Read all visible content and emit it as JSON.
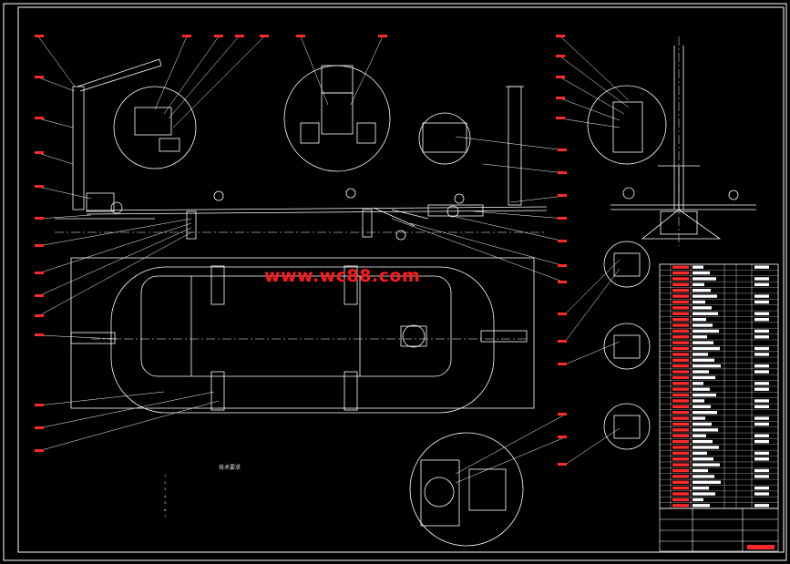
{
  "watermark": {
    "text": "www.wc88.com",
    "color": "#ff1a1a"
  },
  "technical_requirements": {
    "title": "技术要求",
    "items": [
      "1.",
      "2.",
      "3.",
      "4.",
      "5.",
      "6.",
      "7."
    ]
  },
  "colors": {
    "background": "#000000",
    "line": "#ffffff",
    "border": "#ffffff",
    "table_text": "#ff2a2a",
    "highlight": "#ff2a2a"
  }
}
